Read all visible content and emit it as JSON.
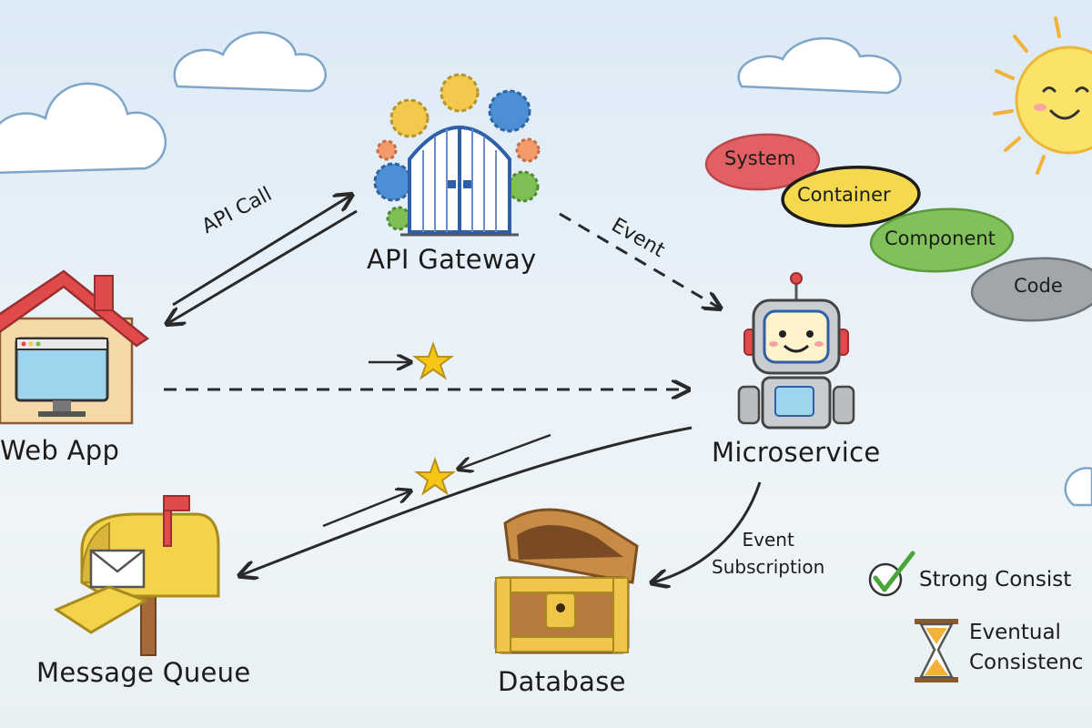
{
  "nodes": {
    "web_app": "Web App",
    "api_gateway": "API Gateway",
    "microservice": "Microservice",
    "message_queue": "Message Queue",
    "database": "Database"
  },
  "edges": {
    "api_call": "API Call",
    "event": "Event",
    "event_subscription_line1": "Event",
    "event_subscription_line2": "Subscription"
  },
  "levels": [
    "System",
    "Container",
    "Component",
    "Code"
  ],
  "legend": {
    "strong": "Strong Consist",
    "eventual_line1": "Eventual",
    "eventual_line2": "Consistenc"
  },
  "colors": {
    "system": "#e05a5e",
    "container": "#f2d54a",
    "component": "#7dbf55",
    "code": "#9ea3a8",
    "arrow": "#2a2a2a",
    "star": "#f5c518"
  }
}
